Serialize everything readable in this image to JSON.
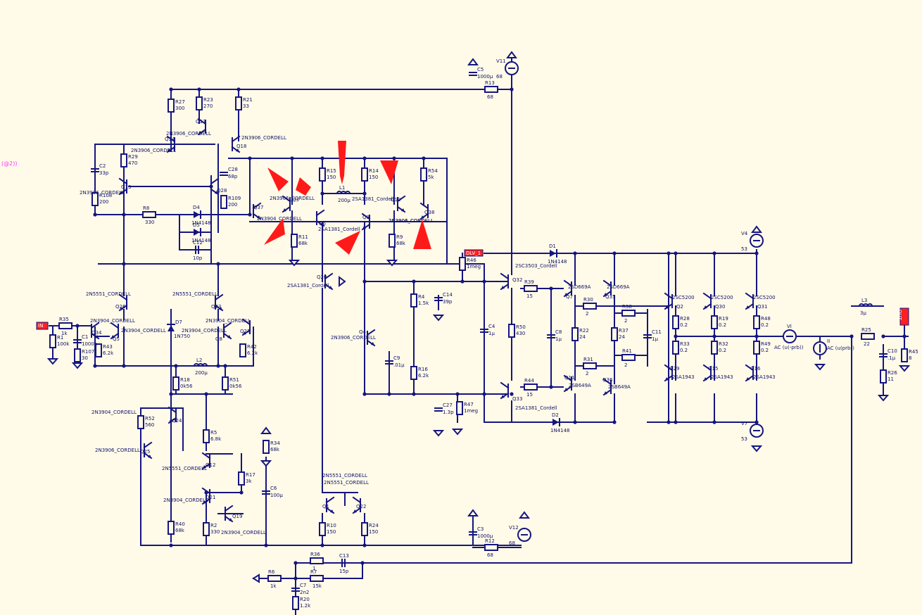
{
  "title_fragment": "(@2))",
  "colors": {
    "background": "#fffbe8",
    "wire": "#151580",
    "annotation_arrow": "#ff1a1a",
    "net_flag": "#ff2020",
    "probe_text": "#ff33ff"
  },
  "net_flags": [
    "DLV_1",
    "OUT",
    "IN"
  ],
  "resistors": [
    {
      "ref": "R27",
      "val": "300"
    },
    {
      "ref": "R23",
      "val": "270"
    },
    {
      "ref": "R21",
      "val": "33"
    },
    {
      "ref": "R29",
      "val": "470"
    },
    {
      "ref": "R108",
      "val": "200"
    },
    {
      "ref": "R109",
      "val": "200"
    },
    {
      "ref": "R8",
      "val": "330"
    },
    {
      "ref": "R15",
      "val": "150"
    },
    {
      "ref": "R14",
      "val": "150"
    },
    {
      "ref": "R54",
      "val": "5k"
    },
    {
      "ref": "R11",
      "val": "68k"
    },
    {
      "ref": "R9",
      "val": "68k"
    },
    {
      "ref": "R46",
      "val": "1meg"
    },
    {
      "ref": "R13",
      "val": "68"
    },
    {
      "ref": "R4",
      "val": "1.5k"
    },
    {
      "ref": "R16",
      "val": "6.2k"
    },
    {
      "ref": "R47",
      "val": "1meg"
    },
    {
      "ref": "R39",
      "val": "15"
    },
    {
      "ref": "R44",
      "val": "15"
    },
    {
      "ref": "R50",
      "val": "430"
    },
    {
      "ref": "R30",
      "val": "2"
    },
    {
      "ref": "R22",
      "val": "24"
    },
    {
      "ref": "R31",
      "val": "2"
    },
    {
      "ref": "R37",
      "val": "24"
    },
    {
      "ref": "R38",
      "val": "2"
    },
    {
      "ref": "R41",
      "val": "2"
    },
    {
      "ref": "R28",
      "val": "0.2"
    },
    {
      "ref": "R33",
      "val": "0.2"
    },
    {
      "ref": "R19",
      "val": "0.2"
    },
    {
      "ref": "R32",
      "val": "0.2"
    },
    {
      "ref": "R48",
      "val": "0.2"
    },
    {
      "ref": "R49",
      "val": "0.2"
    },
    {
      "ref": "R25",
      "val": "22"
    },
    {
      "ref": "R26",
      "val": "11"
    },
    {
      "ref": "R45",
      "val": "8"
    },
    {
      "ref": "R35",
      "val": "1k"
    },
    {
      "ref": "R1",
      "val": "100k"
    },
    {
      "ref": "R107",
      "val": "30"
    },
    {
      "ref": "R43",
      "val": "6.2k"
    },
    {
      "ref": "R42",
      "val": "6.2k"
    },
    {
      "ref": "R18",
      "val": "0k56"
    },
    {
      "ref": "R51",
      "val": "0k56"
    },
    {
      "ref": "R52",
      "val": "560"
    },
    {
      "ref": "R5",
      "val": "6.8k"
    },
    {
      "ref": "R17",
      "val": "3k"
    },
    {
      "ref": "R34",
      "val": "68k"
    },
    {
      "ref": "R40",
      "val": "68k"
    },
    {
      "ref": "R2",
      "val": "330"
    },
    {
      "ref": "R10",
      "val": "150"
    },
    {
      "ref": "R24",
      "val": "150"
    },
    {
      "ref": "R12",
      "val": "68"
    },
    {
      "ref": "R36",
      "val": "1"
    },
    {
      "ref": "R7",
      "val": "15k"
    },
    {
      "ref": "R6",
      "val": "1k"
    },
    {
      "ref": "R20",
      "val": "1.2k"
    }
  ],
  "capacitors": [
    {
      "ref": "C5",
      "val": "1000µ"
    },
    {
      "ref": "C2",
      "val": "33p"
    },
    {
      "ref": "C28",
      "val": "68p"
    },
    {
      "ref": "C12",
      "val": "10p"
    },
    {
      "ref": "C14",
      "val": "39p"
    },
    {
      "ref": "C4",
      "val": "1µ"
    },
    {
      "ref": "C8",
      "val": "1µ"
    },
    {
      "ref": "C11",
      "val": "1µ"
    },
    {
      "ref": "C9",
      "val": ".01µ"
    },
    {
      "ref": "C27",
      "val": "1.3p"
    },
    {
      "ref": "C1",
      "val": "1000p"
    },
    {
      "ref": "C6",
      "val": "100µ"
    },
    {
      "ref": "C3",
      "val": "1000µ"
    },
    {
      "ref": "C13",
      "val": "15p"
    },
    {
      "ref": "C7",
      "val": "2n2"
    },
    {
      "ref": "C10",
      "val": ".1µ"
    }
  ],
  "inductors": [
    {
      "ref": "L1",
      "val": "200µ"
    },
    {
      "ref": "L2",
      "val": "200µ"
    },
    {
      "ref": "L3",
      "val": "3µ"
    }
  ],
  "diodes": [
    {
      "ref": "D4",
      "val": "1N4148"
    },
    {
      "ref": "D5",
      "val": "1N4148"
    },
    {
      "ref": "D1",
      "val": "1N4148"
    },
    {
      "ref": "D2",
      "val": "1N4148"
    },
    {
      "ref": "D7",
      "val": "1N750"
    }
  ],
  "transistors": [
    {
      "ref": "Q14",
      "model": "2N3906_CORDELL"
    },
    {
      "ref": "Q17",
      "model": "2N3906_CORDELL"
    },
    {
      "ref": "Q18",
      "model": "2N3906_CORDELL"
    },
    {
      "ref": "Q13",
      "model": "2N3906_CORDELL"
    },
    {
      "ref": "Q28",
      "model": "2N3906_CORDELL"
    },
    {
      "ref": "Q37",
      "model": "2N3904_CORDELL"
    },
    {
      "ref": "Q3",
      "model": "2N3906_CORDELL"
    },
    {
      "ref": "Q6",
      "model": "2SA1381_Cordell"
    },
    {
      "ref": "Q9",
      "model": "2SA1381_Cordell"
    },
    {
      "ref": "Q10",
      "model": "2N3906_CORDELL"
    },
    {
      "ref": "Q38",
      "model": "2N3904_CORDELL"
    },
    {
      "ref": "Q20",
      "model": "2SA1381_Cordell"
    },
    {
      "ref": "Q26",
      "model": "2N5551_CORDELL"
    },
    {
      "ref": "Q23",
      "model": "2N5551_CORDELL"
    },
    {
      "ref": "Q34",
      "model": "2N3904_CORDELL"
    },
    {
      "ref": "Q5",
      "model": "2N3904_CORDELL"
    },
    {
      "ref": "Q8",
      "model": "2N3904_CORDELL"
    },
    {
      "ref": "Q27",
      "model": "2N3904_CORDELL"
    },
    {
      "ref": "Q4",
      "model": "2N3906_CORDELL"
    },
    {
      "ref": "Q24",
      "model": "2N3904_CORDELL"
    },
    {
      "ref": "Q25",
      "model": "2N3906_CORDELL"
    },
    {
      "ref": "Q12",
      "model": "2N5551_CORDELL"
    },
    {
      "ref": "Q21",
      "model": "2N3904_CORDELL"
    },
    {
      "ref": "Q19",
      "model": "2N3904_CORDELL"
    },
    {
      "ref": "Q1",
      "model": "2N5551_CORDELL"
    },
    {
      "ref": "Q22",
      "model": "2N5551_CORDELL"
    },
    {
      "ref": "Q32",
      "model": "2SC3503_Cordell"
    },
    {
      "ref": "Q33",
      "model": "2SA1381_Cordell"
    },
    {
      "ref": "Q7",
      "model": "2SD669A"
    },
    {
      "ref": "Q35",
      "model": "2SD669A"
    },
    {
      "ref": "Q11",
      "model": "2SB649A"
    },
    {
      "ref": "Q36",
      "model": "2SB649A"
    },
    {
      "ref": "Q2",
      "model": "2SC5200"
    },
    {
      "ref": "Q30",
      "model": "2SC5200"
    },
    {
      "ref": "Q31",
      "model": "2SC5200"
    },
    {
      "ref": "Q29",
      "model": "2SA1943"
    },
    {
      "ref": "Q15",
      "model": "2SA1943"
    },
    {
      "ref": "Q16",
      "model": "2SA1943"
    }
  ],
  "sources": [
    {
      "ref": "V11",
      "val": "68"
    },
    {
      "ref": "V12",
      "val": "68"
    },
    {
      "ref": "V4",
      "val": "53"
    },
    {
      "ref": "V7",
      "val": "53"
    },
    {
      "ref": "VI",
      "val": "AC (u(-prb))"
    },
    {
      "ref": "II",
      "val": "AC (u(prb))"
    }
  ]
}
